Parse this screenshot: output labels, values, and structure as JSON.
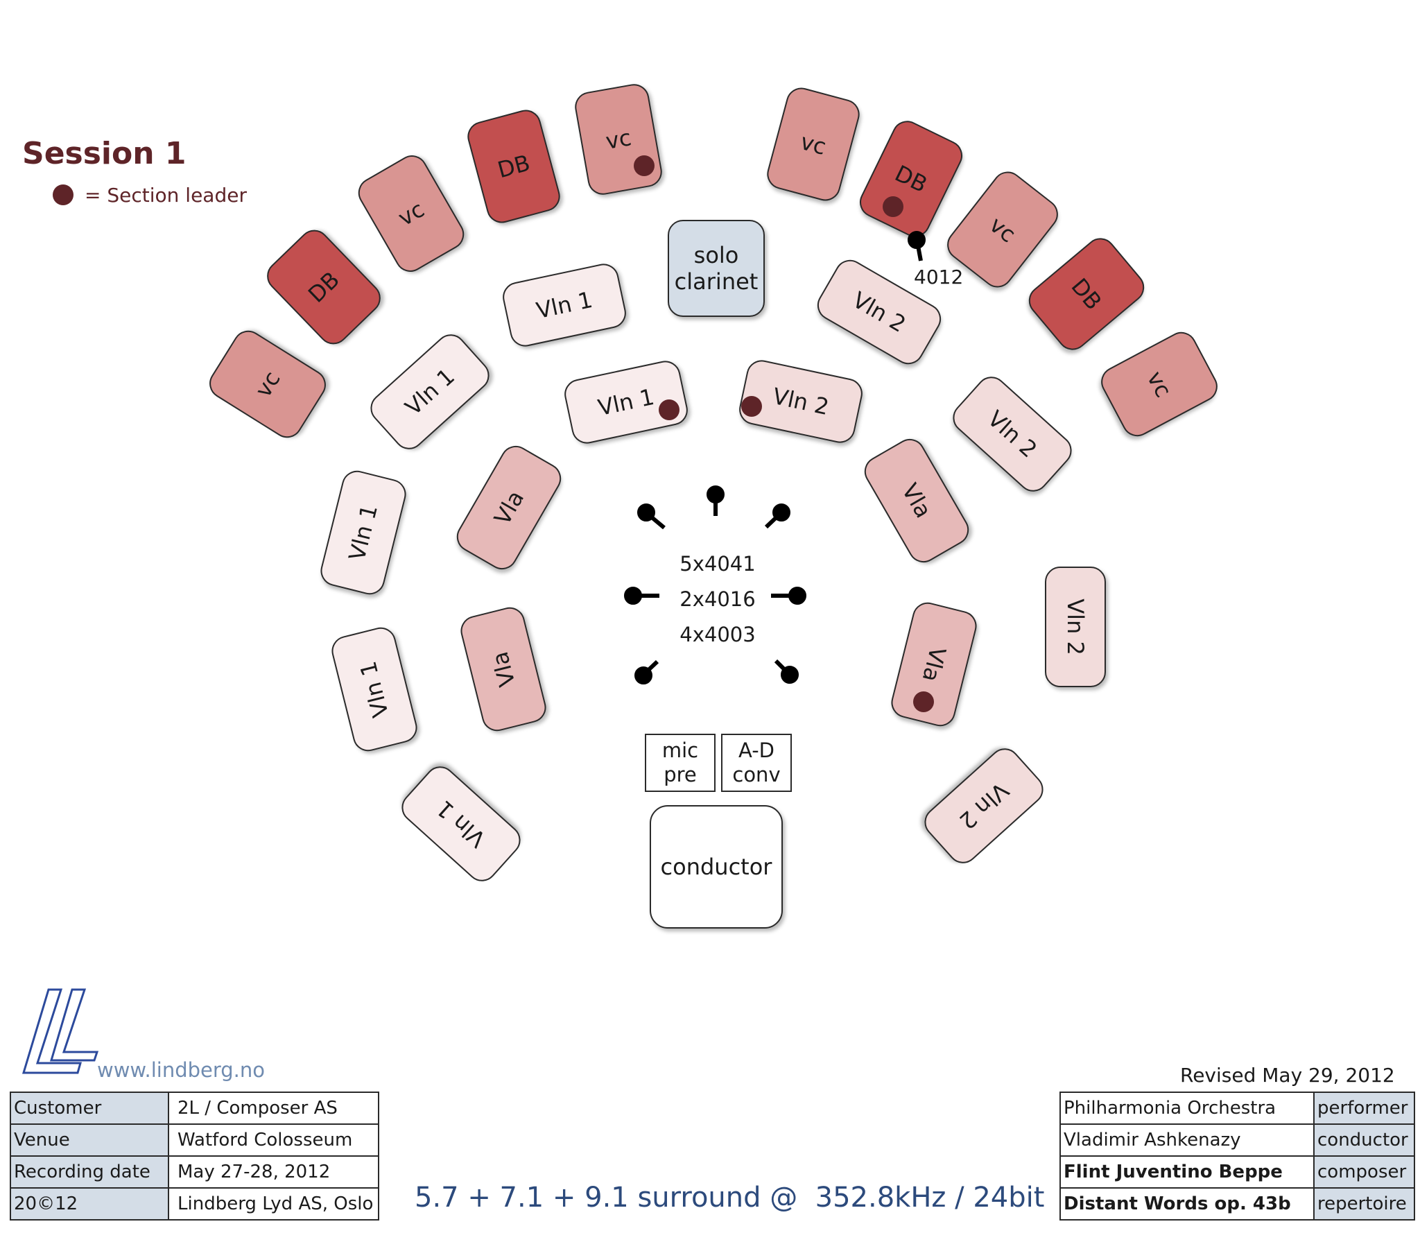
{
  "session": {
    "title": "Session 1",
    "legend_label": "= Section leader"
  },
  "instruments": {
    "vc": "vc",
    "db": "DB",
    "vla": "Vla",
    "vln1": "Vln 1",
    "vln2": "Vln 2",
    "solo_line1": "solo",
    "solo_line2": "clarinet",
    "conductor": "conductor"
  },
  "mics": {
    "line1": "5x4041",
    "line2": "2x4016",
    "line3": "4x4003",
    "spot_label": "4012"
  },
  "gear": {
    "micpre_line1": "mic",
    "micpre_line2": "pre",
    "adconv_line1": "A-D",
    "adconv_line2": "conv"
  },
  "footer": {
    "url": "www.lindberg.no",
    "revised": "Revised May 29, 2012",
    "surround": "5.7 + 7.1 + 9.1 surround @  352.8kHz / 24bit",
    "left_table": [
      {
        "key": "Customer",
        "value": "2L / Composer AS"
      },
      {
        "key": "Venue",
        "value": "Watford Colosseum"
      },
      {
        "key": "Recording date",
        "value": "May 27-28, 2012"
      },
      {
        "key": "20©12",
        "value": "Lindberg Lyd AS, Oslo"
      }
    ],
    "right_table": [
      {
        "value": "Philharmonia Orchestra",
        "key": "performer"
      },
      {
        "value": "Vladimir Ashkenazy",
        "key": "conductor"
      },
      {
        "value": "Flint Juventino Beppe",
        "key": "composer"
      },
      {
        "value": "Distant Words op. 43b",
        "key": "repertoire"
      }
    ]
  },
  "colors": {
    "db": "#c24f4f",
    "vc": "#d99592",
    "vla": "#e6b9b8",
    "vln2": "#f2dcdb",
    "vln1": "#f8ecec",
    "leader": "#5e2428",
    "info_header": "#d4dde7",
    "surround_text": "#2c4a7c",
    "url_text": "#6f8bb0"
  }
}
